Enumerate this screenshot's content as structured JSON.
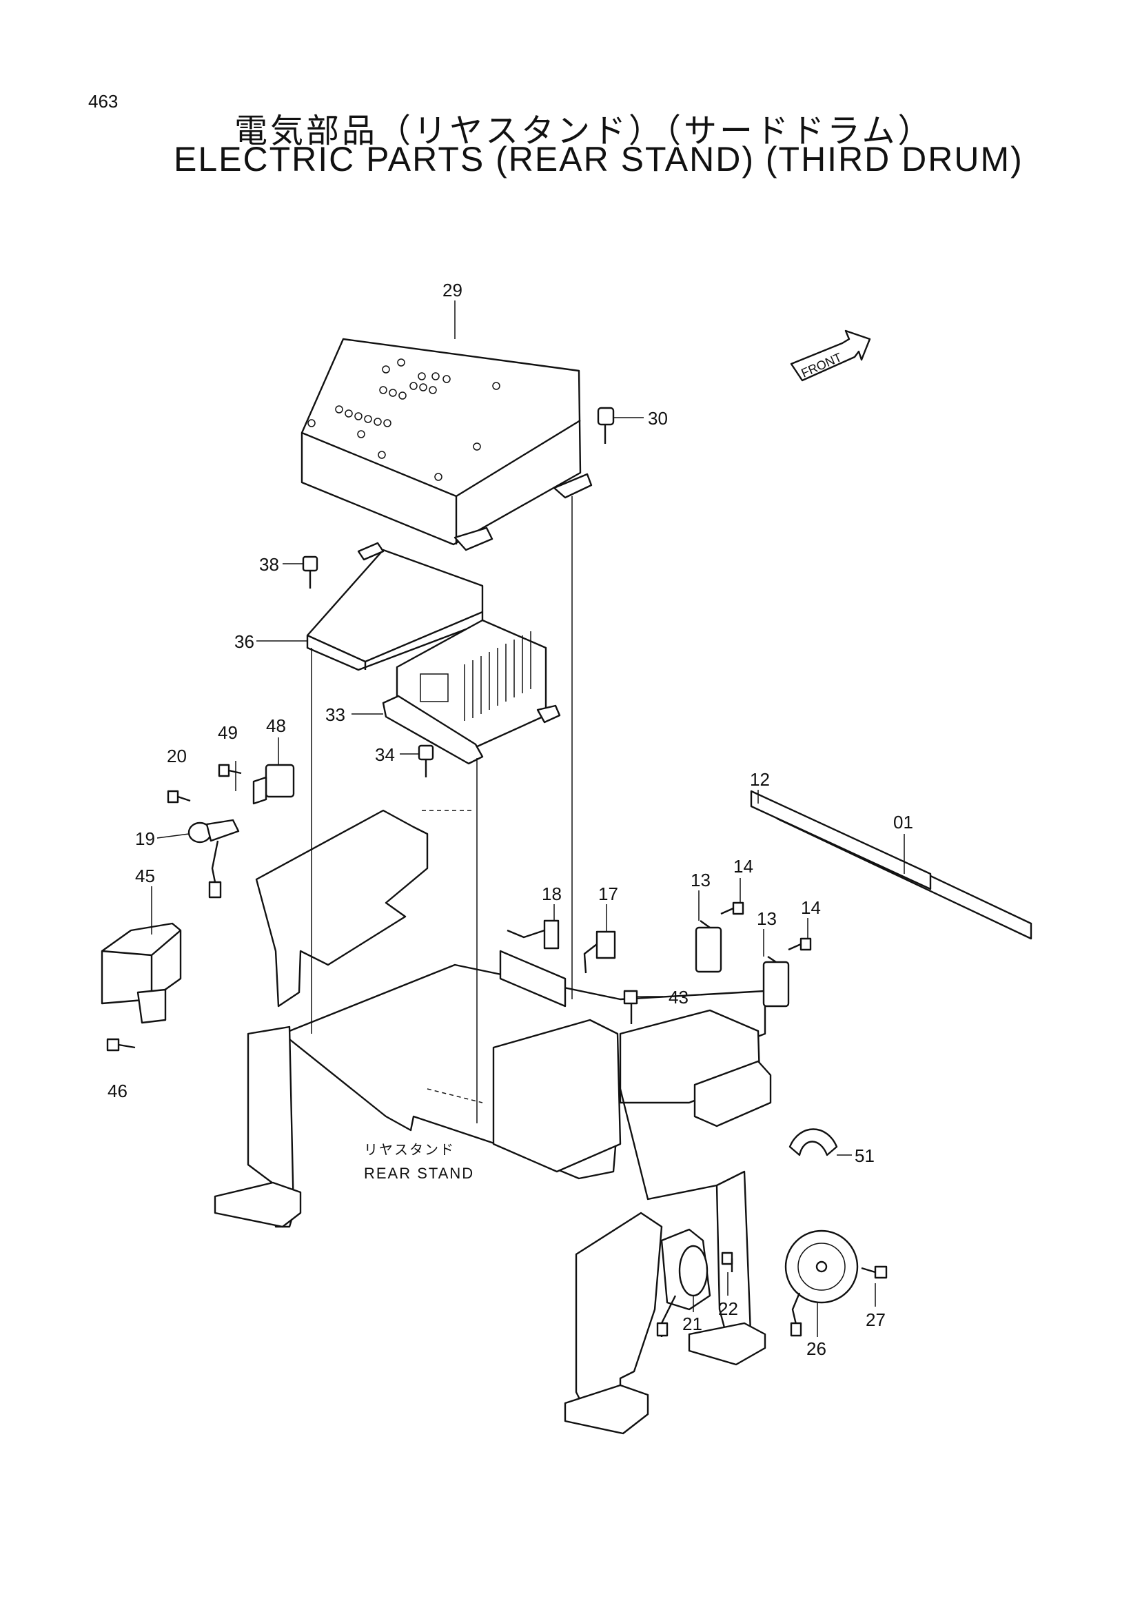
{
  "page_number": "463",
  "title_jp": "電気部品（リヤスタンド）（サードドラム）",
  "title_en": "ELECTRIC PARTS (REAR STAND) (THIRD DRUM)",
  "front_label": "FRONT",
  "rear_stand": {
    "jp": "リヤスタンド",
    "en": "REAR STAND"
  },
  "part_numbers": {
    "p01": "01",
    "p12": "12",
    "p13a": "13",
    "p13b": "13",
    "p14a": "14",
    "p14b": "14",
    "p17": "17",
    "p18": "18",
    "p19": "19",
    "p20": "20",
    "p21": "21",
    "p22": "22",
    "p26": "26",
    "p27": "27",
    "p29": "29",
    "p30": "30",
    "p33": "33",
    "p34": "34",
    "p36": "36",
    "p38": "38",
    "p43": "43",
    "p45": "45",
    "p46": "46",
    "p48": "48",
    "p49": "49",
    "p51": "51"
  }
}
